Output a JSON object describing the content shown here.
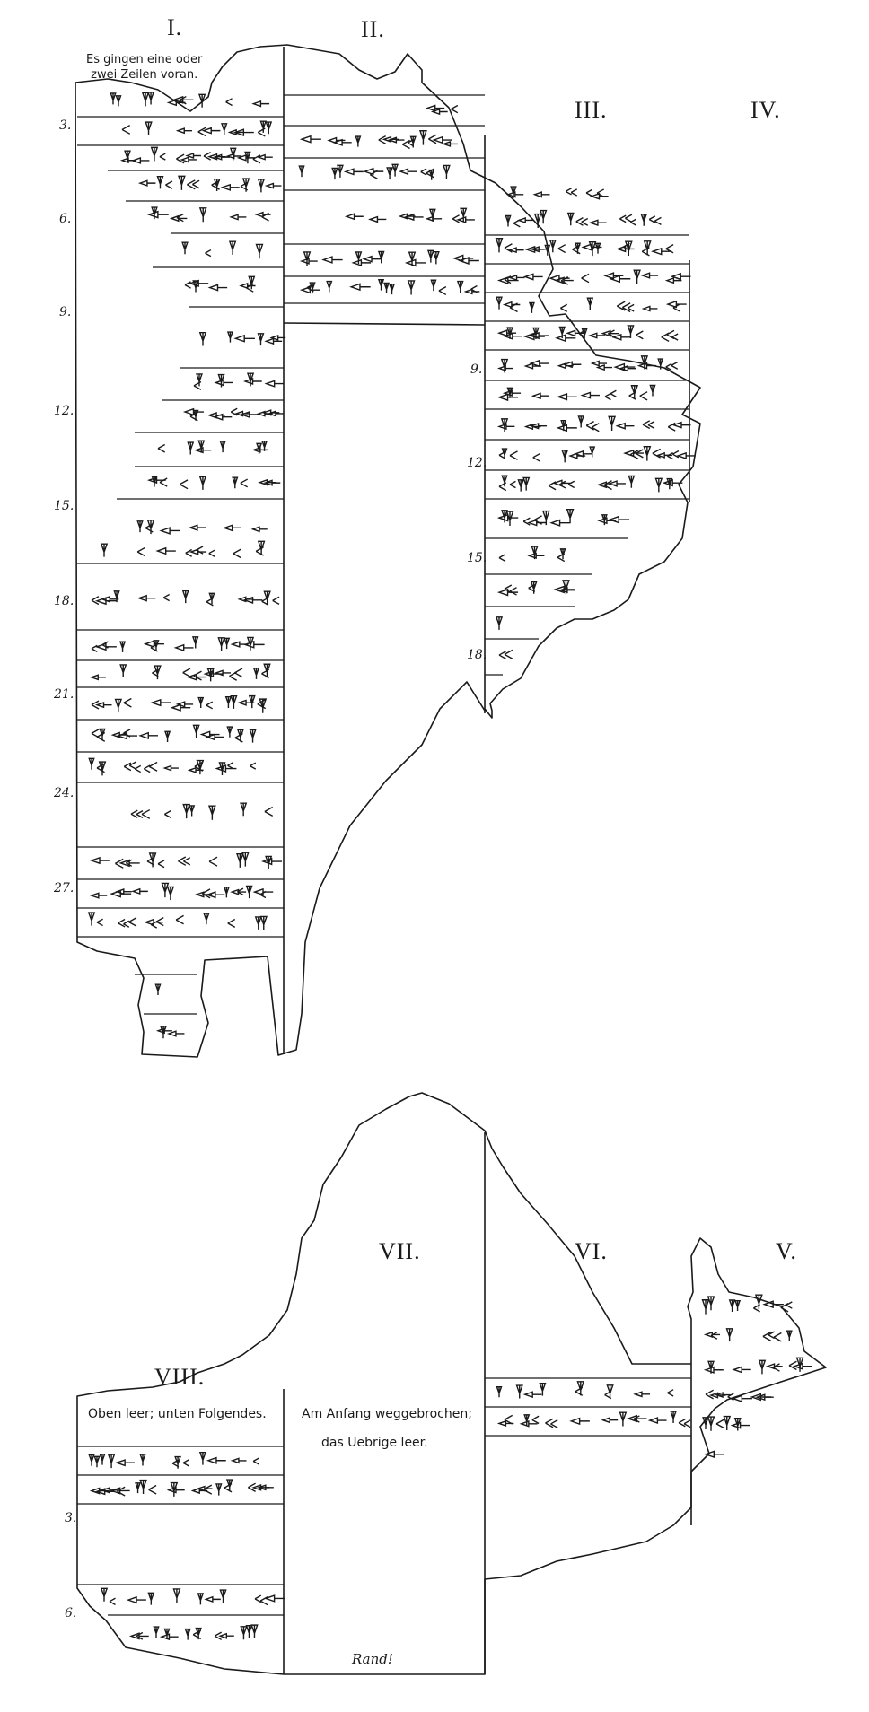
{
  "columns": {
    "col1": "I.",
    "col2": "II.",
    "col3": "III.",
    "col4": "IV.",
    "col5": "V.",
    "col6": "VI.",
    "col7": "VII.",
    "col8": "VIII."
  },
  "notes": {
    "col1_top_line1": "Es gingen eine oder",
    "col1_top_line2": "zwei Zeilen voran.",
    "col8_top": "Oben leer; unten Folgendes.",
    "col7_line1": "Am Anfang weggebrochen;",
    "col7_line2": "das Uebrige leer.",
    "rand": "Rand!"
  },
  "line_numbers": {
    "col1": [
      "3.",
      "6.",
      "9.",
      "12.",
      "15.",
      "18.",
      "21.",
      "24.",
      "27."
    ],
    "col3": [
      "9.",
      "12.",
      "15.",
      "18."
    ],
    "col8": [
      "3.",
      "6."
    ]
  }
}
